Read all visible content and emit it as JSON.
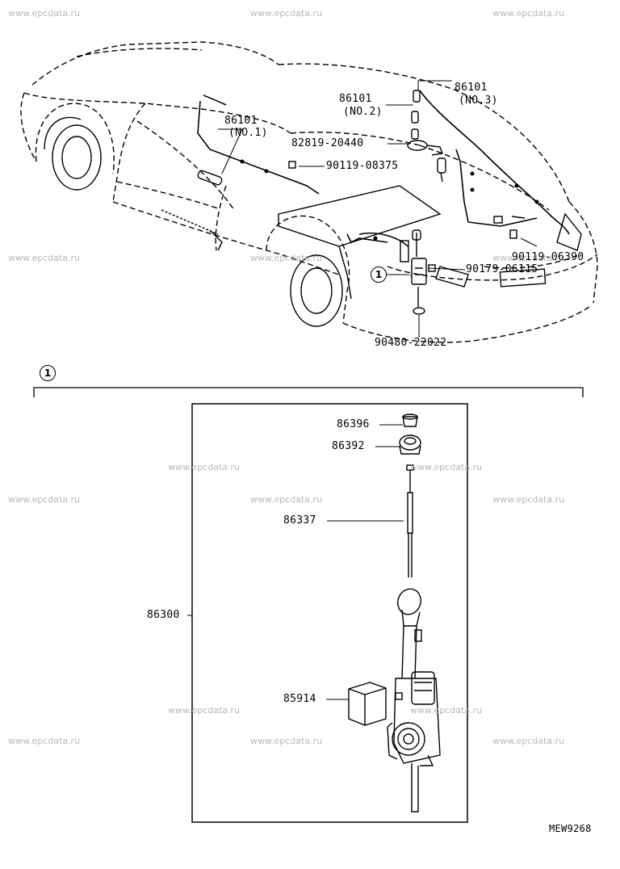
{
  "watermark": "www.epcdata.ru",
  "diagram_code": "MEW9268",
  "callout_ref": "1",
  "labels": {
    "p86101_no3": "86101",
    "p86101_no3_sub": "(NO.3)",
    "p86101_no2": "86101",
    "p86101_no2_sub": "(NO.2)",
    "p86101_no1": "86101",
    "p86101_no1_sub": "(NO.1)",
    "p82819": "82819-20440",
    "p90119_08375": "90119-08375",
    "p90119_06390": "90119-06390",
    "p90179_06115": "90179-06115",
    "p90480_22022": "90480-22022",
    "p86396": "86396",
    "p86392": "86392",
    "p86337": "86337",
    "p86300": "86300",
    "p85914": "85914"
  }
}
